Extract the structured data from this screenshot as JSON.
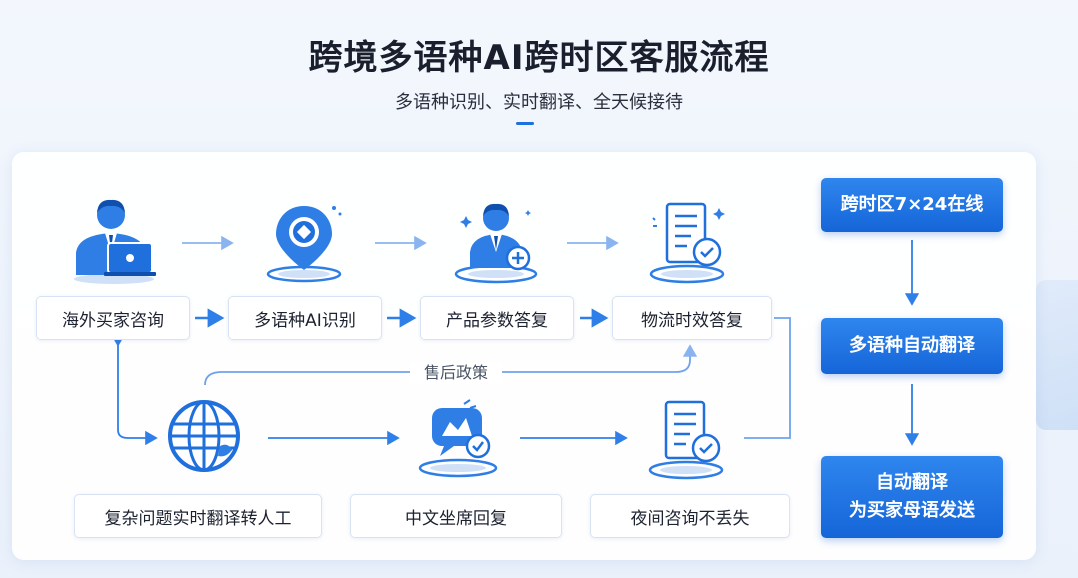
{
  "header": {
    "title": "跨境多语种AI跨时区客服流程",
    "subtitle": "多语种识别、实时翻译、全天候接待"
  },
  "flow_top": [
    {
      "label": "海外买家咨询",
      "icon": "customer-laptop-icon"
    },
    {
      "label": "多语种AI识别",
      "icon": "ai-location-pin-icon"
    },
    {
      "label": "产品参数答复",
      "icon": "agent-plus-icon"
    },
    {
      "label": "物流时效答复",
      "icon": "document-check-icon"
    }
  ],
  "flow_bottom": [
    {
      "label": "复杂问题实时翻译转人工",
      "icon": "globe-icon"
    },
    {
      "label": "中文坐席回复",
      "icon": "chat-check-icon"
    },
    {
      "label": "夜间咨询不丢失",
      "icon": "document-check-icon"
    }
  ],
  "policy_label": "售后政策",
  "side": {
    "step1": "跨时区7×24在线",
    "step2": "多语种自动翻译",
    "step3_line1": "自动翻译",
    "step3_line2": "为买家母语发送"
  },
  "colors": {
    "accent": "#1e6fe0",
    "arrow": "#2f7fe8",
    "arrow_light": "#8ab4ef",
    "side_box": "#1e74e0"
  }
}
